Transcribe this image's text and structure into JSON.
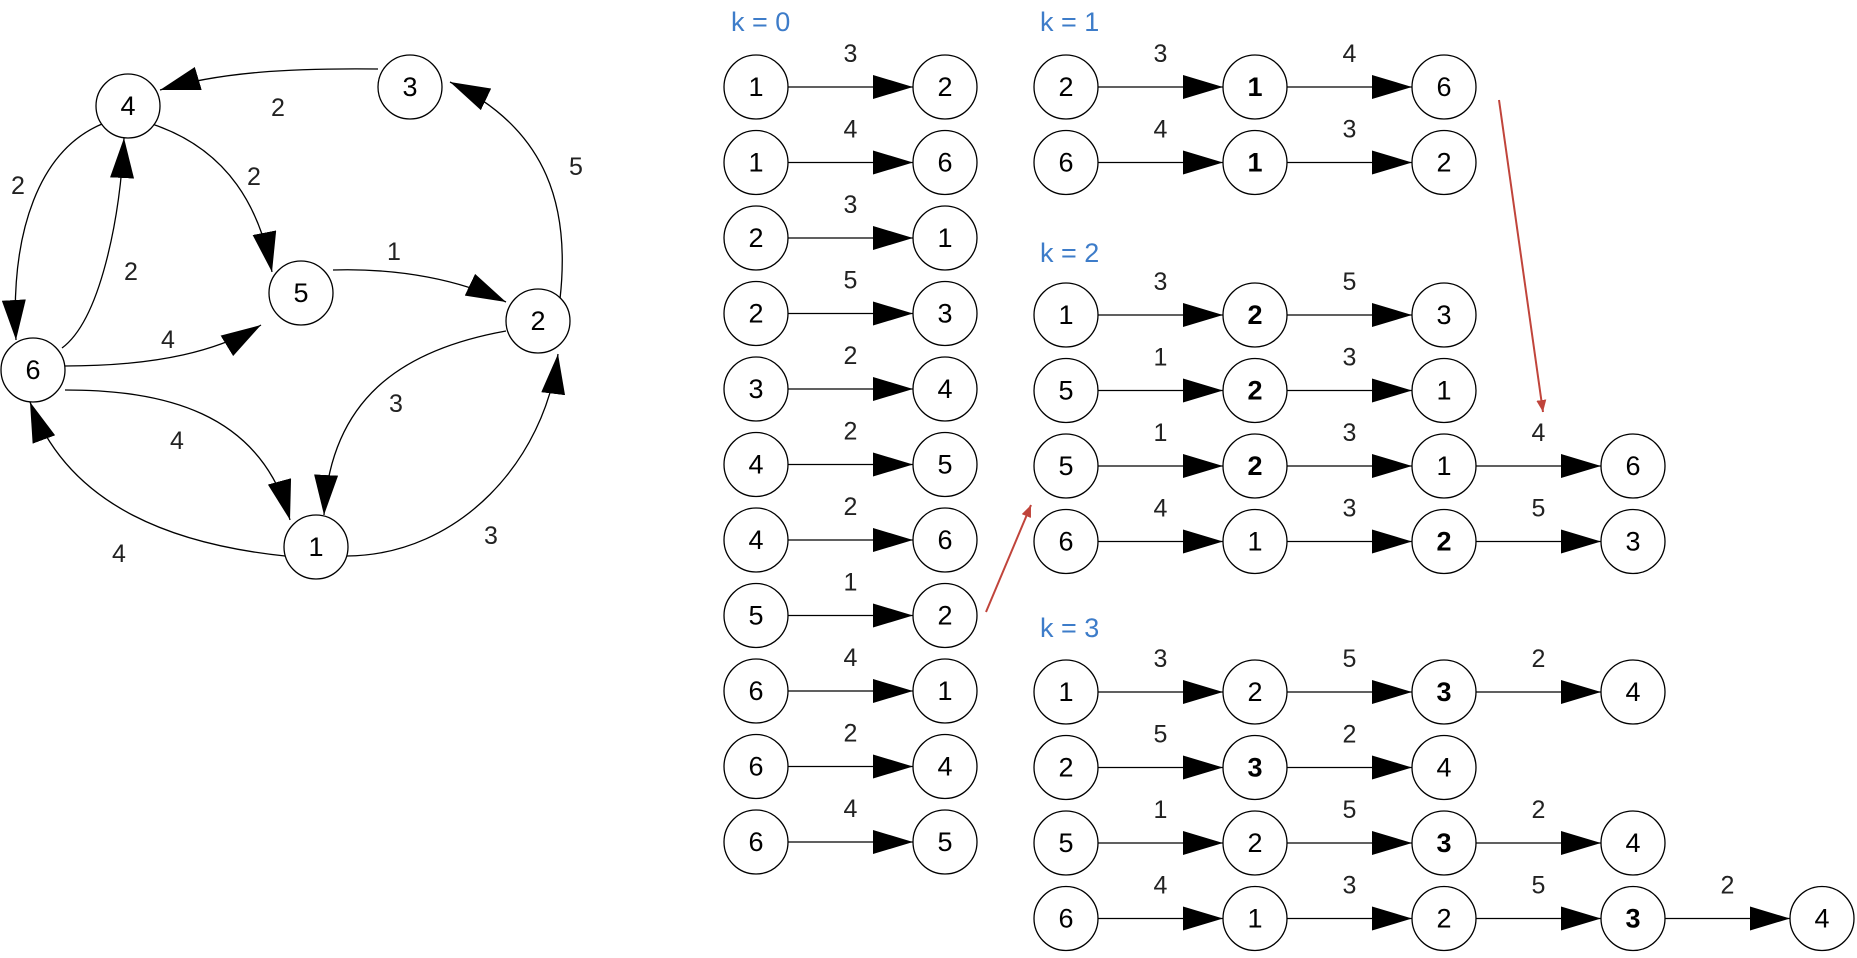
{
  "colors": {
    "node_stroke": "#000000",
    "text": "#000000",
    "k_label": "#3d7cc9",
    "highlight_arrow": "#c0443b"
  },
  "graph": {
    "nodes": [
      "1",
      "2",
      "3",
      "4",
      "5",
      "6"
    ],
    "edges": [
      {
        "from": "1",
        "to": "2",
        "weight": "3"
      },
      {
        "from": "1",
        "to": "6",
        "weight": "4"
      },
      {
        "from": "2",
        "to": "1",
        "weight": "3"
      },
      {
        "from": "2",
        "to": "3",
        "weight": "5"
      },
      {
        "from": "3",
        "to": "4",
        "weight": "2"
      },
      {
        "from": "4",
        "to": "5",
        "weight": "2"
      },
      {
        "from": "4",
        "to": "6",
        "weight": "2"
      },
      {
        "from": "5",
        "to": "2",
        "weight": "1"
      },
      {
        "from": "6",
        "to": "1",
        "weight": "4"
      },
      {
        "from": "6",
        "to": "4",
        "weight": "2"
      },
      {
        "from": "6",
        "to": "5",
        "weight": "4"
      }
    ]
  },
  "columns": [
    {
      "label": "k = 0",
      "paths": [
        {
          "nodes": [
            "1",
            "2"
          ],
          "weights": [
            "3"
          ],
          "bold": []
        },
        {
          "nodes": [
            "1",
            "6"
          ],
          "weights": [
            "4"
          ],
          "bold": []
        },
        {
          "nodes": [
            "2",
            "1"
          ],
          "weights": [
            "3"
          ],
          "bold": []
        },
        {
          "nodes": [
            "2",
            "3"
          ],
          "weights": [
            "5"
          ],
          "bold": []
        },
        {
          "nodes": [
            "3",
            "4"
          ],
          "weights": [
            "2"
          ],
          "bold": []
        },
        {
          "nodes": [
            "4",
            "5"
          ],
          "weights": [
            "2"
          ],
          "bold": []
        },
        {
          "nodes": [
            "4",
            "6"
          ],
          "weights": [
            "2"
          ],
          "bold": []
        },
        {
          "nodes": [
            "5",
            "2"
          ],
          "weights": [
            "1"
          ],
          "bold": []
        },
        {
          "nodes": [
            "6",
            "1"
          ],
          "weights": [
            "4"
          ],
          "bold": []
        },
        {
          "nodes": [
            "6",
            "4"
          ],
          "weights": [
            "2"
          ],
          "bold": []
        },
        {
          "nodes": [
            "6",
            "5"
          ],
          "weights": [
            "4"
          ],
          "bold": []
        }
      ]
    },
    {
      "label": "k = 1",
      "paths": [
        {
          "nodes": [
            "2",
            "1",
            "6"
          ],
          "weights": [
            "3",
            "4"
          ],
          "bold": [
            1
          ]
        },
        {
          "nodes": [
            "6",
            "1",
            "2"
          ],
          "weights": [
            "4",
            "3"
          ],
          "bold": [
            1
          ]
        }
      ]
    },
    {
      "label": "k = 2",
      "paths": [
        {
          "nodes": [
            "1",
            "2",
            "3"
          ],
          "weights": [
            "3",
            "5"
          ],
          "bold": [
            1
          ]
        },
        {
          "nodes": [
            "5",
            "2",
            "1"
          ],
          "weights": [
            "1",
            "3"
          ],
          "bold": [
            1
          ]
        },
        {
          "nodes": [
            "5",
            "2",
            "1",
            "6"
          ],
          "weights": [
            "1",
            "3",
            "4"
          ],
          "bold": [
            1
          ]
        },
        {
          "nodes": [
            "6",
            "1",
            "2",
            "3"
          ],
          "weights": [
            "4",
            "3",
            "5"
          ],
          "bold": [
            2
          ]
        }
      ]
    },
    {
      "label": "k = 3",
      "paths": [
        {
          "nodes": [
            "1",
            "2",
            "3",
            "4"
          ],
          "weights": [
            "3",
            "5",
            "2"
          ],
          "bold": [
            2
          ]
        },
        {
          "nodes": [
            "2",
            "3",
            "4"
          ],
          "weights": [
            "5",
            "2"
          ],
          "bold": [
            1
          ]
        },
        {
          "nodes": [
            "5",
            "2",
            "3",
            "4"
          ],
          "weights": [
            "1",
            "5",
            "2"
          ],
          "bold": [
            2
          ]
        },
        {
          "nodes": [
            "6",
            "1",
            "2",
            "3",
            "4"
          ],
          "weights": [
            "4",
            "3",
            "5",
            "2"
          ],
          "bold": [
            3
          ]
        }
      ]
    }
  ]
}
